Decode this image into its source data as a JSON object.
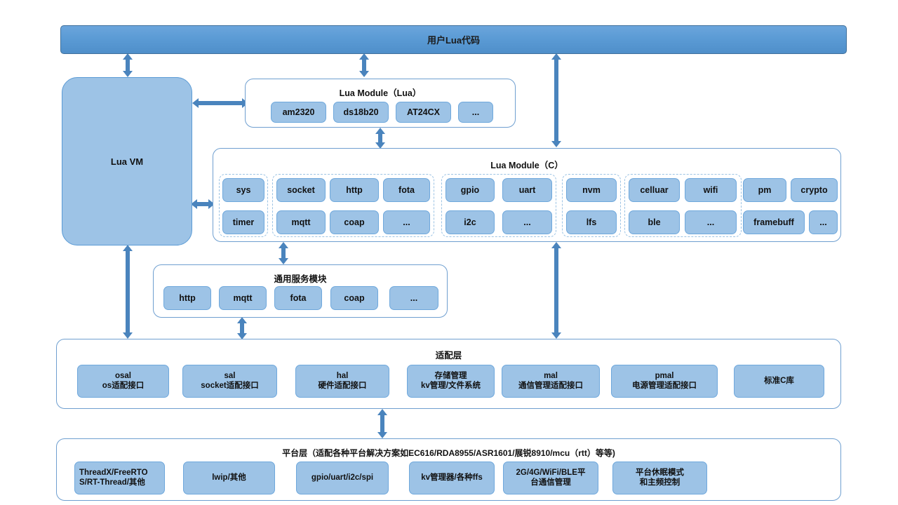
{
  "diagram": {
    "user_code": {
      "label": "用户Lua代码"
    },
    "lua_vm": {
      "label": "Lua VM"
    },
    "lua_module_lua": {
      "title": "Lua Module（Lua）",
      "chips": [
        "am2320",
        "ds18b20",
        "AT24CX",
        "..."
      ]
    },
    "lua_module_c": {
      "title": "Lua Module（C）",
      "groups": [
        {
          "dashed": true,
          "chips_row1": [
            "sys"
          ],
          "chips_row2": [
            "timer"
          ]
        },
        {
          "dashed": true,
          "chips_row1": [
            "socket",
            "http",
            "fota"
          ],
          "chips_row2": [
            "mqtt",
            "coap",
            "..."
          ]
        },
        {
          "dashed": true,
          "chips_row1": [
            "gpio",
            "uart"
          ],
          "chips_row2": [
            "i2c",
            "..."
          ]
        },
        {
          "dashed": true,
          "chips_row1": [
            "nvm"
          ],
          "chips_row2": [
            "lfs"
          ]
        },
        {
          "dashed": true,
          "chips_row1": [
            "celluar",
            "wifi"
          ],
          "chips_row2": [
            "ble",
            "..."
          ]
        },
        {
          "dashed": false,
          "chips_row1": [
            "pm",
            "crypto"
          ],
          "chips_row2": [
            "framebuff",
            "..."
          ]
        }
      ]
    },
    "common_service": {
      "title": "通用服务模块",
      "chips": [
        "http",
        "mqtt",
        "fota",
        "coap",
        "..."
      ]
    },
    "adaptation_layer": {
      "title": "适配层",
      "chips": [
        {
          "line1": "osal",
          "line2": "os适配接口"
        },
        {
          "line1": "sal",
          "line2": "socket适配接口"
        },
        {
          "line1": "hal",
          "line2": "硬件适配接口"
        },
        {
          "line1": "存储管理",
          "line2": "kv管理/文件系统"
        },
        {
          "line1": "mal",
          "line2": "通信管理适配接口"
        },
        {
          "line1": "pmal",
          "line2": "电源管理适配接口"
        },
        {
          "line1": "标准C库",
          "line2": ""
        }
      ]
    },
    "platform_layer": {
      "title": "平台层（适配各种平台解决方案如EC616/RDA8955/ASR1601/展锐8910/mcu（rtt）等等)",
      "chips": [
        {
          "line1": "ThreadX/FreeRTO",
          "line2": "S/RT-Thread/其他"
        },
        {
          "line1": "lwip/其他",
          "line2": ""
        },
        {
          "line1": "gpio/uart/i2c/spi",
          "line2": ""
        },
        {
          "line1": "kv管理器/各种ffs",
          "line2": ""
        },
        {
          "line1": "2G/4G/WiFi/BLE平",
          "line2": "台通信管理"
        },
        {
          "line1": "平台休眠模式",
          "line2": "和主频控制"
        }
      ]
    },
    "colors": {
      "banner_blue": "#5b9bd5",
      "chip_blue": "#9dc3e6",
      "arrow_blue": "#4a84bd",
      "panel_border": "#6f9fd0",
      "dashed_border": "#9cc3e4",
      "background": "#ffffff"
    }
  }
}
